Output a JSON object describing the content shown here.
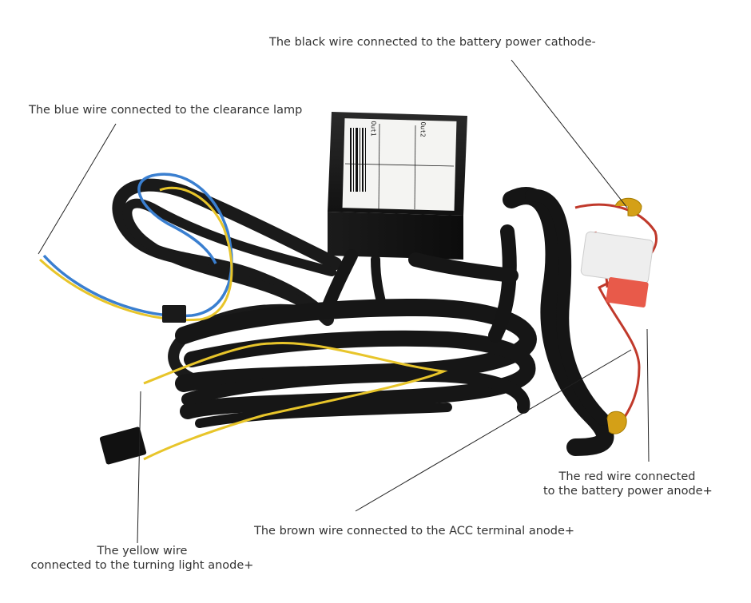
{
  "labels": {
    "black_wire": "The black wire connected to the battery power cathode-",
    "blue_wire": "The blue wire connected to the clearance lamp",
    "red_wire_line1": "The red wire connected",
    "red_wire_line2": "to the battery power anode+",
    "brown_wire": "The brown wire connected to the ACC terminal anode+",
    "yellow_wire_line1": "The yellow wire",
    "yellow_wire_line2": "connected to the turning light anode+"
  },
  "module": {
    "sticker_left_rows": [
      "Out1",
      "Out2"
    ]
  },
  "colors": {
    "cable": "#1a1a1a",
    "blue_wire": "#3a7fd0",
    "yellow_wire": "#e8c52a",
    "red_wire": "#c0392b",
    "fuse": "#e85a4a",
    "text": "#333333"
  }
}
